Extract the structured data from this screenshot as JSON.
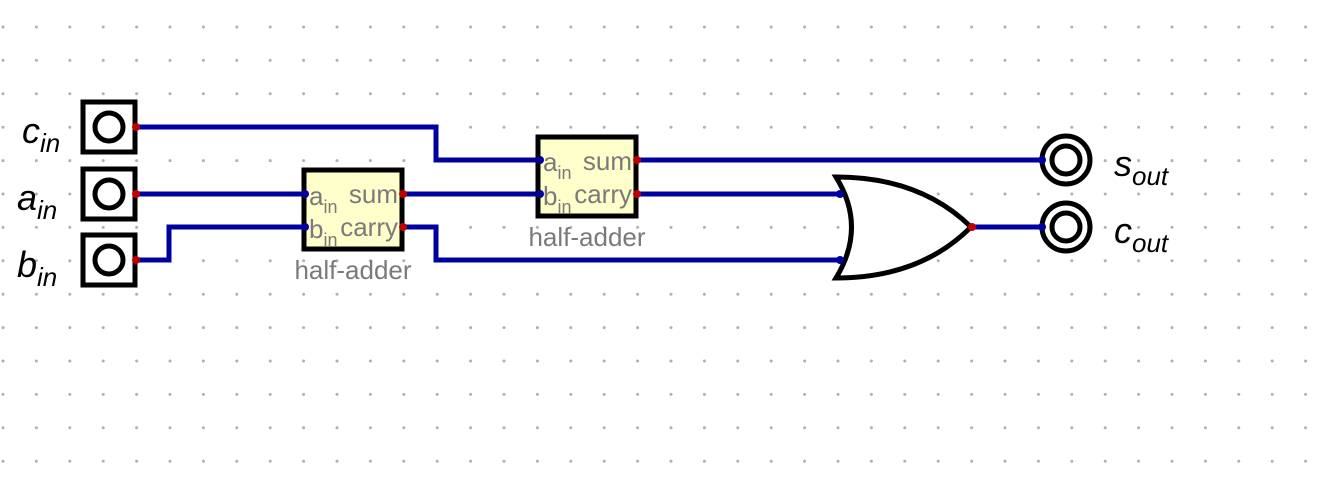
{
  "inputs": [
    {
      "id": "c",
      "letter": "c",
      "sub": "in"
    },
    {
      "id": "a",
      "letter": "a",
      "sub": "in"
    },
    {
      "id": "b",
      "letter": "b",
      "sub": "in"
    }
  ],
  "outputs": [
    {
      "id": "s",
      "letter": "s",
      "sub": "out"
    },
    {
      "id": "c",
      "letter": "c",
      "sub": "out"
    }
  ],
  "half_adders": [
    {
      "name": "half-adder",
      "in_a": {
        "letter": "a",
        "sub": "in"
      },
      "in_b": {
        "letter": "b",
        "sub": "in"
      },
      "out_sum": "sum",
      "out_carry": "carry"
    },
    {
      "name": "half-adder",
      "in_a": {
        "letter": "a",
        "sub": "in"
      },
      "in_b": {
        "letter": "b",
        "sub": "in"
      },
      "out_sum": "sum",
      "out_carry": "carry"
    }
  ],
  "gates": [
    {
      "type": "OR"
    }
  ],
  "colors": {
    "wire": "#0000a0",
    "pin_dot": "#c00000",
    "component_fill": "#ffffcc",
    "component_stroke": "#000000",
    "grid_dot": "#b0b0b0",
    "label_gray": "#7a7a7a"
  }
}
